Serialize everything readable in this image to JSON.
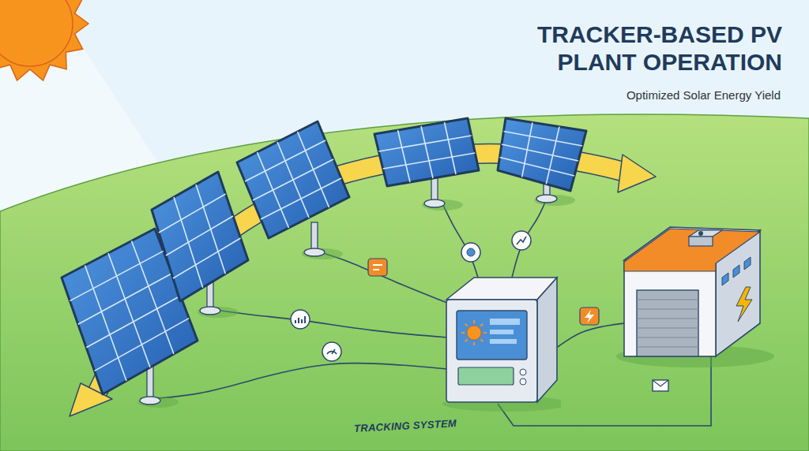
{
  "diagram": {
    "title": "TRACKER-BASED PV PLANT OPERATION",
    "nodes": [
      {
        "text": [
          "TRACKING SYSTEM"
        ]
      }
    ],
    "labels": [
      "Optimized Solar Energy Yield"
    ]
  }
}
